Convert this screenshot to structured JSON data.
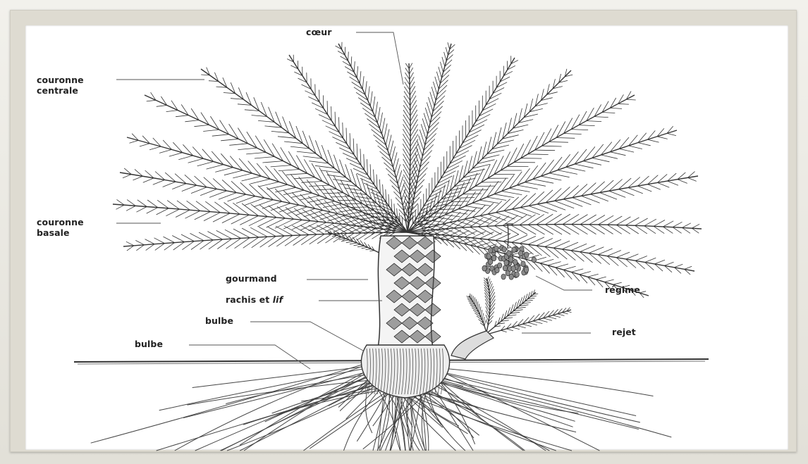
{
  "labels": {
    "coeur": "cœur",
    "couronne_centrale_1": "couronne",
    "couronne_centrale_2": "centrale",
    "couronne_basale_1": "couronne",
    "couronne_basale_2": "basale",
    "gourmand": "gourmand",
    "rachis_prefix": "rachis et",
    "rachis_lif": "lif",
    "bulbe_1": "bulbe",
    "bulbe_2": "bulbe",
    "regime": "régime",
    "rejet": "rejet"
  },
  "colors": {
    "ink": "#222222",
    "leader": "#555555",
    "paper": "#ffffff",
    "mat": "#dedbd1"
  }
}
